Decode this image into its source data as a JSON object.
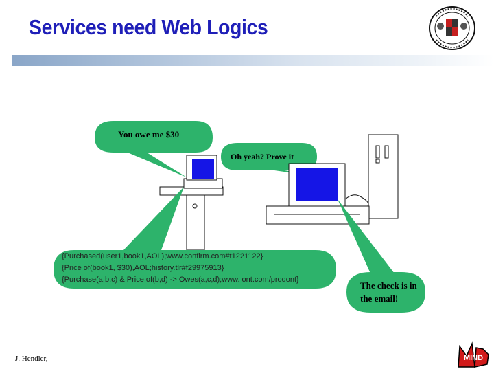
{
  "slide": {
    "title": "Services need Web Logics",
    "author": "J. Hendler,",
    "logo_text": "MIND"
  },
  "bubbles": {
    "owe": "You owe me $30",
    "prove": "Oh yeah? Prove it",
    "check": "The check is in the email!"
  },
  "logic_lines": [
    "{Purchased(user1,book1,AOL);www.confirm.com#t1221122}",
    "{Price of(book1, $30),AOL;history.tlr#f29975913}",
    "{Purchase(a,b,c) & Price of(b,d) -> Owes(a,c,d);www. ont.com/prodont}"
  ],
  "colors": {
    "title": "#1f1fb8",
    "bubble": "#2db36b",
    "screen": "#1515e6",
    "logo_red": "#d11a1a"
  }
}
